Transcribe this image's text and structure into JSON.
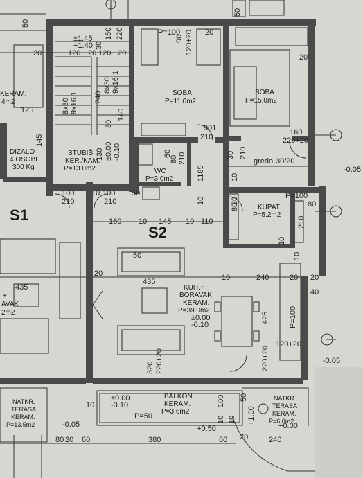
{
  "units": {
    "S1": "S1",
    "S2": "S2"
  },
  "rooms": [
    {
      "id": "soba-1",
      "name": "SOBA",
      "area": "P=11.0m2"
    },
    {
      "id": "soba-2",
      "name": "SOBA",
      "area": "P=15.0m2"
    },
    {
      "id": "stubis",
      "name": "STUBIŠ",
      "line2": "KER./KAM.",
      "area": "P=13.0m2"
    },
    {
      "id": "dizalo",
      "name": "DIZALO",
      "line2": "4 OSOBE",
      "line3": "300 Kg"
    },
    {
      "id": "wc",
      "name": "WC",
      "area": "P=3.0m2"
    },
    {
      "id": "kupat",
      "name": "KUPAT.",
      "area": "P=5.2m2"
    },
    {
      "id": "kuh",
      "name": "KUH.+",
      "line2": "BORAVAK",
      "line3": "KERAM.",
      "area": "P=39.0m2"
    },
    {
      "id": "balkon",
      "name": "BALKON",
      "line2": "KERAM.",
      "area": "P=3.6m2"
    },
    {
      "id": "terasa-left",
      "name": "NATKR.",
      "line2": "TERASA",
      "line3": "KERAM.",
      "area": "P=13.5m2"
    },
    {
      "id": "terasa-right",
      "name": "NATKR.",
      "line2": "TERASA",
      "line3": "KERAM.",
      "area": "P=6.0m2"
    },
    {
      "id": "left-room",
      "name": "KERAM.",
      "area": "4m2"
    },
    {
      "id": "s1-kitchen",
      "name": "+",
      "line2": "AVAK",
      "area": "2m2"
    }
  ],
  "dimensions": {
    "top": [
      "50",
      "50",
      "120",
      "20",
      "120",
      "20",
      "P=100",
      "20",
      "90",
      "120+20",
      "20",
      "20"
    ],
    "stair": [
      "±1.45",
      "+1.40",
      "150",
      "220",
      "30",
      "8x30",
      "9x16.1",
      "8x30",
      "9x16.1",
      "30",
      "240",
      "140"
    ],
    "mid": [
      "145",
      "130",
      "±0.00",
      "-0.10",
      "901",
      "210",
      "80",
      "210",
      "60",
      "1185",
      "10",
      "30",
      "10",
      "210",
      "gredo",
      "30/20",
      "-0.05"
    ],
    "corridor": [
      "100",
      "210",
      "10",
      "100",
      "210",
      "50",
      "160",
      "10",
      "145",
      "10",
      "110",
      "20",
      "P=100",
      "80",
      "210",
      "80",
      "10",
      "10"
    ],
    "living": [
      "20",
      "435",
      "435",
      "10",
      "240",
      "20",
      "20",
      "40",
      "425",
      "±0.00",
      "-0.10",
      "P=100",
      "120+20",
      "220+20",
      "320",
      "220+20"
    ],
    "bottom": [
      "±0.00",
      "-0.10",
      "10",
      "P=50",
      "+0.50",
      "100",
      "10",
      "10",
      "50",
      "+1.00",
      "80",
      "20",
      "60",
      "380",
      "60",
      "20",
      "240",
      "-0.05",
      "-0.05",
      "+0.00",
      "125",
      "160",
      "220+20",
      "50"
    ]
  }
}
